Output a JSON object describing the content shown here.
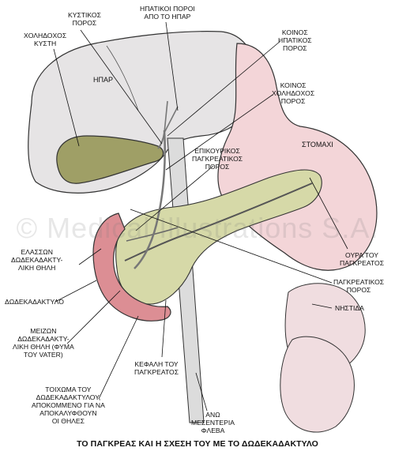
{
  "labels": {
    "kystikos": [
      "ΚΥΣΤΙΚΟΣ",
      "ΠΟΡΟΣ"
    ],
    "hepatikoi": [
      "ΗΠΑΤΙΚΟΙ ΠΟΡΟΙ",
      "ΑΠΟ ΤΟ ΗΠΑΡ"
    ],
    "cholidochos_kysti": [
      "ΧΟΛΗΔΟΧΟΣ",
      "ΚΥΣΤΗ"
    ],
    "koinos_hepatikos": [
      "ΚΟΙΝΟΣ",
      "ΗΠΑΤΙΚΟΣ",
      "ΠΟΡΟΣ"
    ],
    "hpar": "ΗΠΑΡ",
    "koinos_cholidochos": [
      "ΚΟΙΝΟΣ",
      "ΧΟΛΗΔΟΧΟΣ",
      "ΠΟΡΟΣ"
    ],
    "stomachi": "ΣΤΟΜΑΧΙ",
    "epikourikos": [
      "ΕΠΙΚΟΥΡΙΚΟΣ",
      "ΠΑΓΚΡΕΑΤΙΚΟΣ",
      "ΠΟΡΟΣ"
    ],
    "elasson": [
      "ΕΛΑΣΣΩΝ",
      "ΔΩΔΕΚΑΔΑΚΤΥ-",
      "ΛΙΚΗ ΘΗΛΗ"
    ],
    "oura": [
      "ΟΥΡΑ ΤΟΥ",
      "ΠΑΓΚΡΕΑΤΟΣ"
    ],
    "dodekadaktylo": "ΔΩΔΕΚΑΔΑΚΤΥΛΟ",
    "pagkreatikos": [
      "ΠΑΓΚΡΕΑΤΙΚΟΣ",
      "ΠΟΡΟΣ"
    ],
    "nistida": "ΝΗΣΤΙΔΑ",
    "meizon": [
      "ΜΕΙΖΩΝ",
      "ΔΩΔΕΚΑΔΑΚΤΥ-",
      "ΛΙΚΗ ΘΗΛΗ (ΦΥΜΑ",
      "ΤΟΥ VATER)"
    ],
    "kefali": [
      "ΚΕΦΑΛΗ ΤΟΥ",
      "ΠΑΓΚΡΕΑΤΟΣ"
    ],
    "toixoma": [
      "ΤΟΙΧΩΜΑ ΤΟΥ",
      "ΔΩΔΕΚΑΔΑΚΤΥΛΟΥ,",
      "ΑΠΟΚΟΜΜΕΝΟ ΓΙΑ ΝΑ",
      "ΑΠΟΚΑΛΥΦΘΟΥΝ",
      "ΟΙ ΘΗΛΕΣ"
    ],
    "ano_mesenteria": [
      "ΑΝΩ",
      "ΜΕΣΕΝΤΕΡΙΑ",
      "ΦΛΕΒΑ"
    ]
  },
  "watermark": "© Medical Illustrations S.A.",
  "caption": "ΤΟ ΠΑΓΚΡΕΑΣ ΚΑΙ Η ΣΧΕΣΗ ΤΟΥ ΜΕ ΤΟ ΔΩΔΕΚΑΔΑΚΤΥΛΟ",
  "colors": {
    "liver": "#e6e4e5",
    "stomach": "#f3d5d8",
    "pancreas": "#d6d9a8",
    "duodenum": "#dc8e94",
    "gallbladder": "#9f9f66",
    "outline": "#333333"
  }
}
